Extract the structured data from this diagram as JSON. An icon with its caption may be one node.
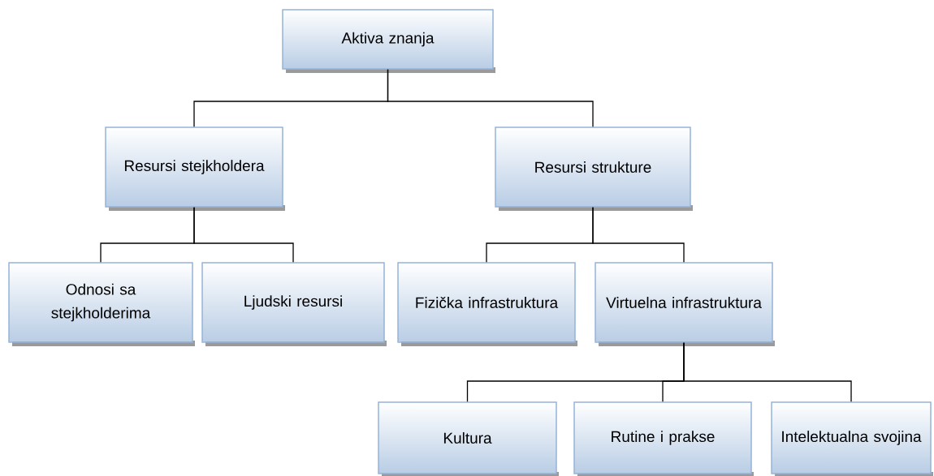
{
  "diagram": {
    "nodes": [
      {
        "text": [
          "Aktiva znanja"
        ]
      },
      {
        "text": [
          "Resursi stejkholdera"
        ]
      },
      {
        "text": [
          "Resursi strukture"
        ]
      },
      {
        "text": [
          "Odnosi sa stejkholderima"
        ]
      },
      {
        "text": [
          "Ljudski resursi"
        ]
      },
      {
        "text": [
          "Fizička infrastruktura"
        ]
      },
      {
        "text": [
          "Virtuelna infrastruktura"
        ]
      },
      {
        "text": [
          "Kultura"
        ]
      },
      {
        "text": [
          "Rutine i prakse"
        ]
      },
      {
        "text": [
          "Intelektualna svojina"
        ]
      }
    ],
    "edges": [
      {
        "from": 0,
        "to": 1,
        "arrow": "none"
      },
      {
        "from": 0,
        "to": 2,
        "arrow": "none"
      },
      {
        "from": 1,
        "to": 3,
        "arrow": "none"
      },
      {
        "from": 1,
        "to": 4,
        "arrow": "none"
      },
      {
        "from": 2,
        "to": 5,
        "arrow": "none"
      },
      {
        "from": 2,
        "to": 6,
        "arrow": "none"
      },
      {
        "from": 6,
        "to": 7,
        "arrow": "none"
      },
      {
        "from": 6,
        "to": 8,
        "arrow": "none"
      },
      {
        "from": 6,
        "to": 9,
        "arrow": "none"
      }
    ]
  }
}
